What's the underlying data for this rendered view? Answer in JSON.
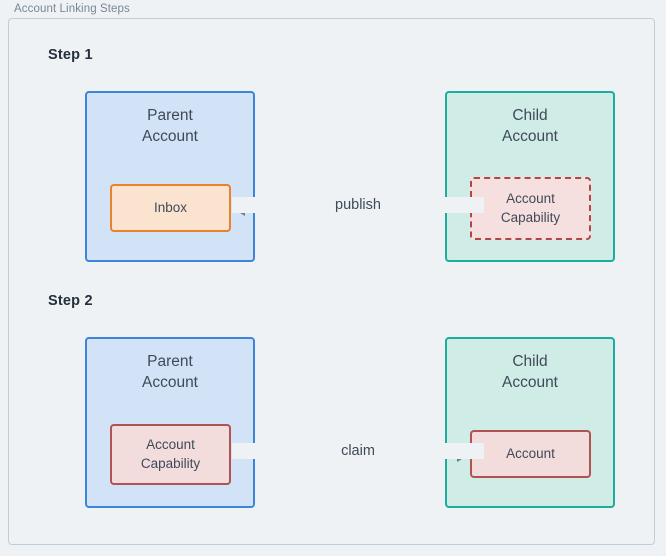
{
  "panel": {
    "title": "Account Linking Steps"
  },
  "steps": [
    {
      "label": "Step 1",
      "left_box": {
        "title": "Parent\nAccount",
        "inner": {
          "label": "Inbox"
        }
      },
      "right_box": {
        "title": "Child\nAccount",
        "inner": {
          "label": "Account\nCapability"
        }
      },
      "arrow": {
        "label": "publish",
        "direction": "left"
      }
    },
    {
      "label": "Step 2",
      "left_box": {
        "title": "Parent\nAccount",
        "inner": {
          "label": "Account\nCapability"
        }
      },
      "right_box": {
        "title": "Child\nAccount",
        "inner": {
          "label": "Account"
        }
      },
      "arrow": {
        "label": "claim",
        "direction": "right"
      }
    }
  ],
  "colors": {
    "background": "#eef2f5",
    "panel_border": "#c3ccd6",
    "parent_fill": "#d2e3f7",
    "parent_border": "#3d85d8",
    "child_fill": "#cfece7",
    "child_border": "#1bad9d",
    "inbox_fill": "#fbe4cf",
    "inbox_border": "#e8832d",
    "capability_fill": "#f6dfdf",
    "capability_border": "#b24646",
    "arrow": "#6b7a8d",
    "text": "#3f4a58",
    "heading": "#262f3d",
    "panel_title_text": "#7a8794"
  }
}
